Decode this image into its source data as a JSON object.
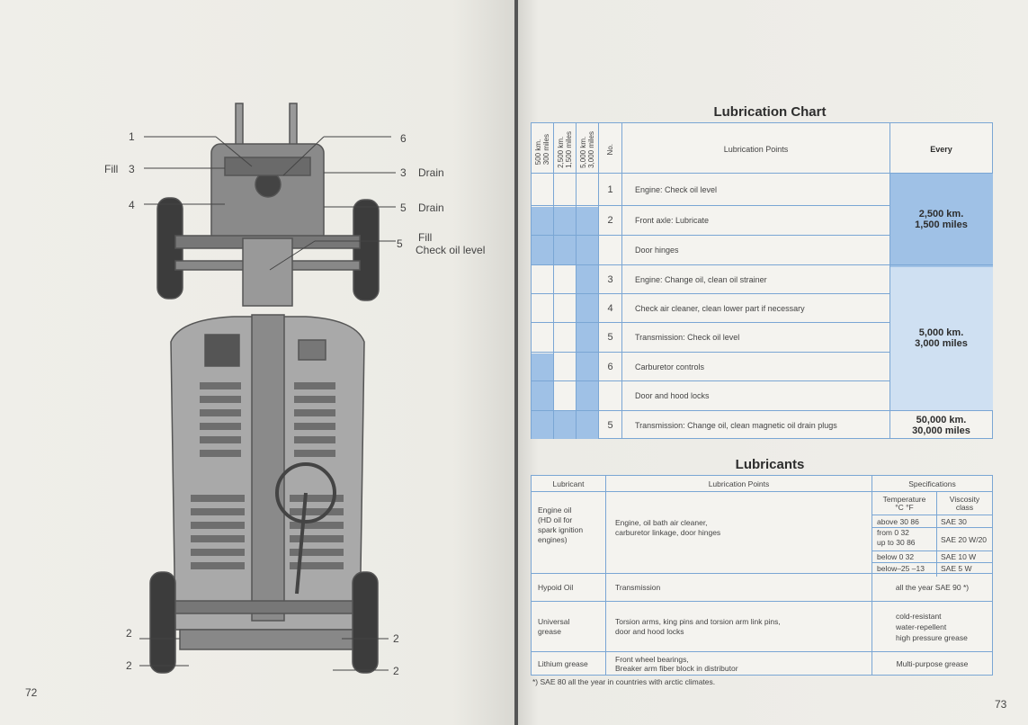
{
  "left_page": {
    "page_number": "72",
    "labels": {
      "l1": "1",
      "l_fill3_word": "Fill",
      "l3": "3",
      "l4": "4",
      "l2a": "2",
      "l2b": "2",
      "r6": "6",
      "r3": "3",
      "r3_word": "Drain",
      "r5a": "5",
      "r5a_word": "Drain",
      "r5b": "5",
      "r5b_word1": "Fill",
      "r5b_word2": "Check oil level",
      "r2a": "2",
      "r2b": "2"
    }
  },
  "right_page": {
    "page_number": "73",
    "lubrication_chart": {
      "title": "Lubrication Chart",
      "headers": {
        "col1": "500 km. 300 miles",
        "col1a": "500 km.",
        "col1b": "300 miles",
        "col2a": "2,500 km.",
        "col2b": "1,500 miles",
        "col3a": "5,000 km.",
        "col3b": "3,000 miles",
        "no": "No.",
        "points": "Lubrication Points",
        "every": "Every"
      },
      "rows": [
        {
          "no": "1",
          "point": "Engine: Check oil level"
        },
        {
          "no": "2",
          "point": "Front axle: Lubricate"
        },
        {
          "no": "",
          "point": "Door hinges"
        },
        {
          "no": "3",
          "point": "Engine: Change oil, clean oil strainer"
        },
        {
          "no": "4",
          "point": "Check air cleaner, clean lower part if necessary"
        },
        {
          "no": "5",
          "point": "Transmission: Check oil level"
        },
        {
          "no": "6",
          "point": "Carburetor controls"
        },
        {
          "no": "",
          "point": "Door and hood locks"
        },
        {
          "no": "5",
          "point": "Transmission: Change oil, clean magnetic oil drain plugs"
        }
      ],
      "intervals": {
        "a1": "2,500 km.",
        "a2": "1,500 miles",
        "b1": "5,000 km.",
        "b2": "3,000 miles",
        "c1": "50,000 km.",
        "c2": "30,000 miles"
      }
    },
    "lubricants": {
      "title": "Lubricants",
      "headers": {
        "lubricant": "Lubricant",
        "points": "Lubrication Points",
        "specs": "Specifications",
        "temp": "Temperature",
        "temp_units": "°C   °F",
        "visc": "Viscosity",
        "visc2": "class"
      },
      "engine_oil": {
        "name_l1": "Engine oil",
        "name_l2": "(HD oil for",
        "name_l3": "spark ignition",
        "name_l4": "engines)",
        "points_l1": "Engine, oil bath air cleaner,",
        "points_l2": "carburetor linkage, door hinges",
        "t1": "above  30   86",
        "v1": "SAE 30",
        "t2a": "from      0   32",
        "t2b": "up to   30   86",
        "v2": "SAE 20 W/20",
        "t3": "below    0   32",
        "v3": "SAE 10 W",
        "t4": "below–25 –13",
        "v4": "SAE 5 W"
      },
      "hypoid": {
        "name": "Hypoid Oil",
        "points": "Transmission",
        "spec": "all the year SAE 90 *)"
      },
      "universal": {
        "name_l1": "Universal",
        "name_l2": "grease",
        "points_l1": "Torsion arms, king pins and torsion arm link pins,",
        "points_l2": "door and hood locks",
        "spec_l1": "cold-resistant",
        "spec_l2": "water-repellent",
        "spec_l3": "high pressure grease"
      },
      "lithium": {
        "name": "Lithium grease",
        "points_l1": "Front wheel bearings,",
        "points_l2": "Breaker arm fiber block in distributor",
        "spec": "Multi-purpose grease"
      },
      "footnote": "*) SAE 80 all the year in countries with arctic climates."
    }
  }
}
